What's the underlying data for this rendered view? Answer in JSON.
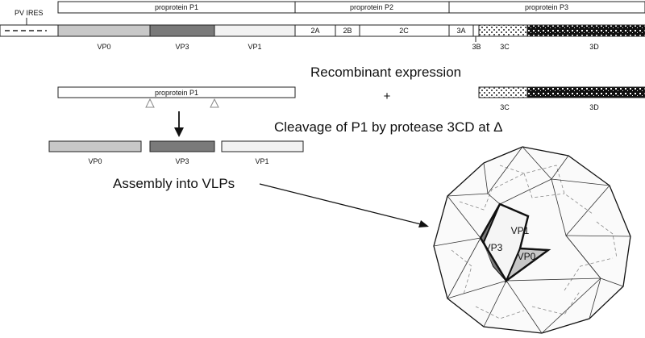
{
  "genome": {
    "ires_label": "PV IRES",
    "proproteins": [
      "proprotein P1",
      "proprotein P2",
      "proprotein P3"
    ],
    "segments": [
      "VP0",
      "VP3",
      "VP1",
      "2A",
      "2B",
      "2C",
      "3A",
      "3B",
      "3C",
      "3D"
    ]
  },
  "recombinant": {
    "heading": "Recombinant expression",
    "p1_label": "proprotein P1",
    "plus": "+",
    "labels_3c": "3C",
    "labels_3d": "3D"
  },
  "cleavage": {
    "heading": "Cleavage of P1 by protease 3CD at Δ",
    "products": [
      "VP0",
      "VP3",
      "VP1"
    ]
  },
  "assembly": {
    "heading": "Assembly into VLPs",
    "capsid_labels": [
      "VP1",
      "VP3",
      "VP0"
    ]
  },
  "colors": {
    "vp0": "#c8c8c8",
    "vp3": "#7a7a7a",
    "vp1": "#f2f2f2",
    "outline": "#222222"
  }
}
